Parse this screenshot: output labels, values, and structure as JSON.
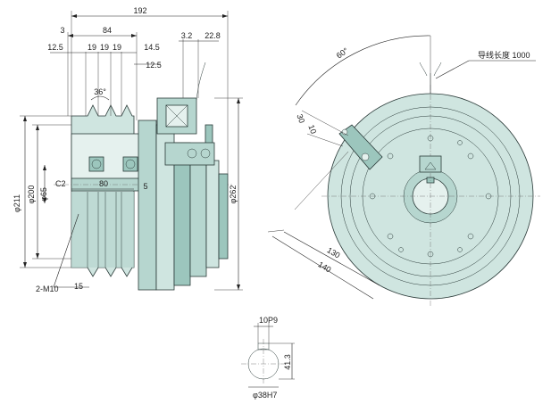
{
  "colors": {
    "body_fill": "#cfe5e0",
    "body_shade": "#b6d6cf",
    "body_dark": "#9cc6bd",
    "line": "#2a3a38"
  },
  "side_view": {
    "top_dims": {
      "overall": "192",
      "length_84": "84",
      "offset_3": "3",
      "offset_12_5_left": "12.5",
      "groove_19_a": "19",
      "groove_19_b": "19",
      "groove_19_c": "19",
      "offset_14_5": "14.5",
      "offset_12_5_right": "12.5",
      "offset_3_2": "3.2",
      "offset_22_8": "22.8",
      "groove_angle": "36°"
    },
    "left_dims": {
      "dia_211": "φ211",
      "dia_200": "φ200",
      "dia_65": "φ65",
      "chamfer": "C2",
      "bore_length": "80",
      "gap_5": "5",
      "tap": "2-M10",
      "tap_depth": "15"
    },
    "right_dims": {
      "dia_262": "φ262"
    }
  },
  "front_view": {
    "lead_label": "导线长度 1000",
    "angle_60": "60°",
    "dim_30": "30",
    "dim_10": "10",
    "radius_130": "130",
    "radius_140": "140"
  },
  "key_detail": {
    "key_width": "10P9",
    "key_height": "41.3",
    "shaft_dia": "φ38H7"
  }
}
